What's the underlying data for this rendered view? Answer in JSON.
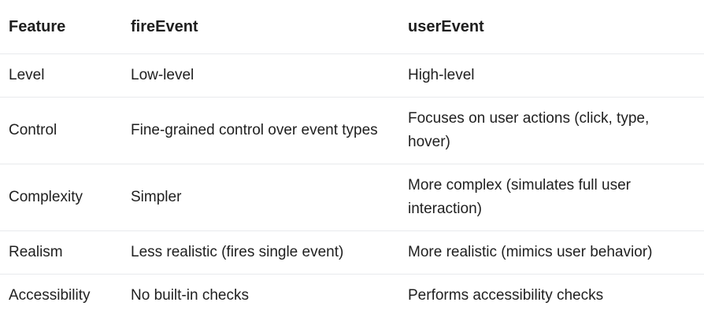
{
  "table": {
    "headers": [
      "Feature",
      "fireEvent",
      "userEvent"
    ],
    "rows": [
      [
        "Level",
        "Low-level",
        "High-level"
      ],
      [
        "Control",
        "Fine-grained control over event types",
        "Focuses on user actions (click, type, hover)"
      ],
      [
        "Complexity",
        "Simpler",
        "More complex (simulates full user interaction)"
      ],
      [
        "Realism",
        "Less realistic (fires single event)",
        "More realistic (mimics user behavior)"
      ],
      [
        "Accessibility",
        "No built-in checks",
        "Performs accessibility checks"
      ]
    ]
  },
  "colors": {
    "text": "#1f1f1f",
    "divider": "#e8eaed",
    "background": "#ffffff"
  }
}
